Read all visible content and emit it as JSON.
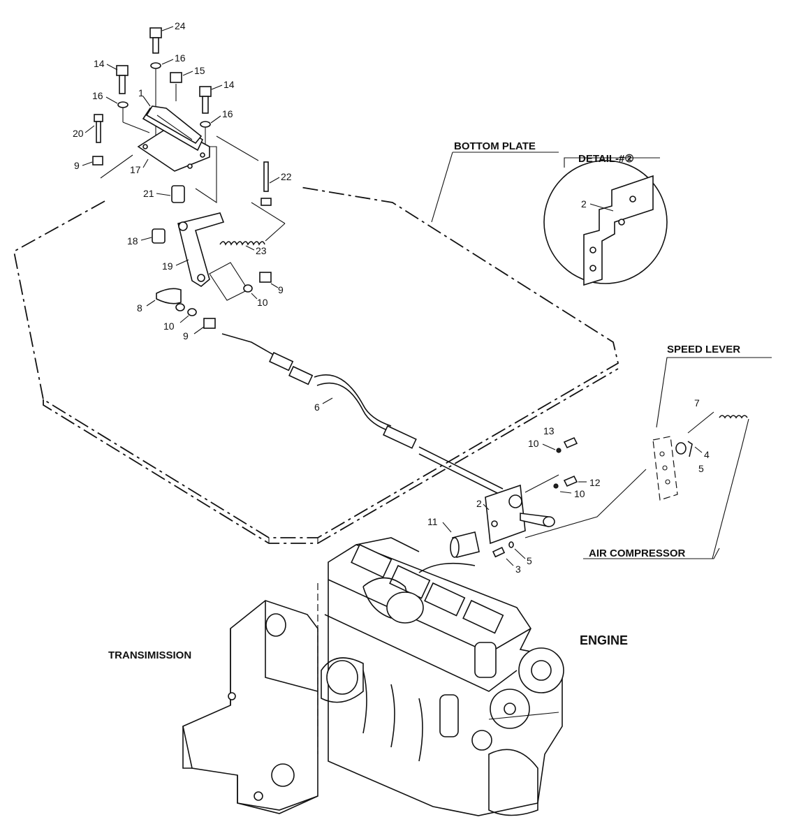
{
  "labels": {
    "bottom_plate": "BOTTOM PLATE",
    "detail": "DETAIL-#②",
    "speed_lever": "SPEED LEVER",
    "air_compressor": "AIR COMPRESSOR",
    "engine": "ENGINE",
    "transmission": "TRANSIMISSION"
  },
  "part_numbers": {
    "p24": "24",
    "p16a": "16",
    "p15": "15",
    "p14a": "14",
    "p14b": "14",
    "p16b": "16",
    "p1": "1",
    "p16c": "16",
    "p20": "20",
    "p9a": "9",
    "p17": "17",
    "p22": "22",
    "p21": "21",
    "p18": "18",
    "p23": "23",
    "p19": "19",
    "p9b": "9",
    "p10a": "10",
    "p8": "8",
    "p10b": "10",
    "p9c": "9",
    "p6": "6",
    "p2d": "2",
    "p7": "7",
    "p4": "4",
    "p5a": "5",
    "p13": "13",
    "p10c": "10",
    "p12": "12",
    "p10d": "10",
    "p2": "2",
    "p11": "11",
    "p5b": "5",
    "p3": "3"
  }
}
